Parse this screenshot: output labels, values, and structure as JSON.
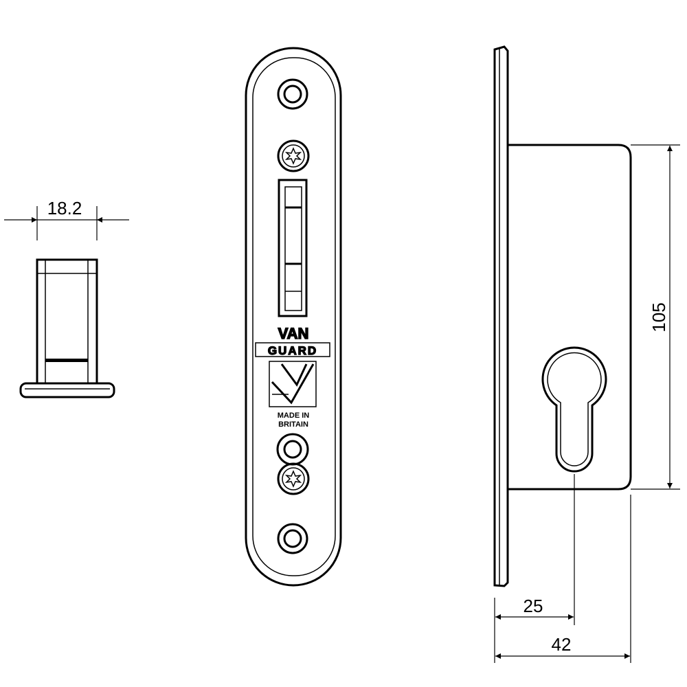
{
  "dimensions": {
    "width_top": "18.2",
    "height_right": "105",
    "backset": "25",
    "case_depth": "42"
  },
  "brand": {
    "line1": "VAN",
    "line2": "GUARD",
    "made_line1": "MADE IN",
    "made_line2": "BRITAIN"
  },
  "icons": {
    "screw_head": "torx-screw-icon",
    "logo": "vanguard-logo-icon",
    "keyhole": "euro-cylinder-cutout-icon"
  }
}
